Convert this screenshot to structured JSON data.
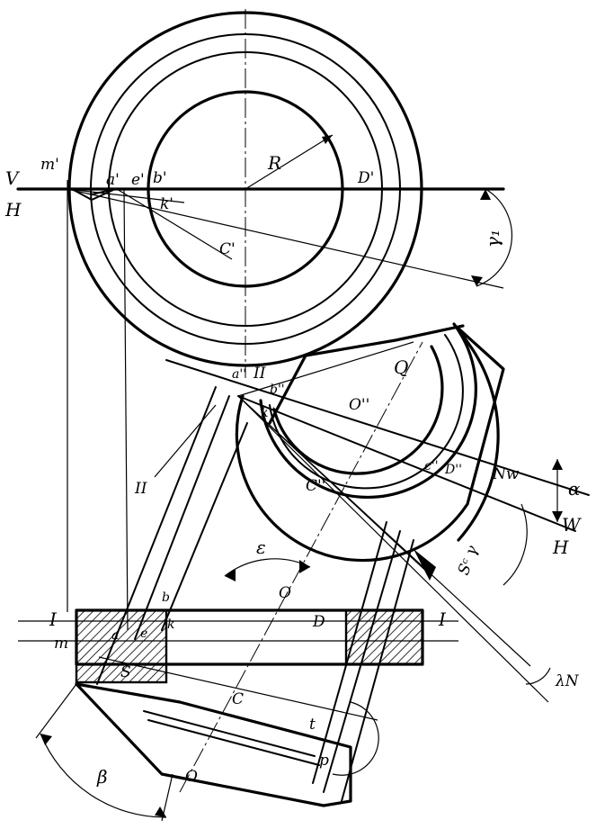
{
  "labels": {
    "m_prime": "m'",
    "V": "V",
    "H_top": "H",
    "a_prime": "a'",
    "e_prime": "e'",
    "b_prime": "b'",
    "k_prime": "k'",
    "R": "R",
    "D_prime": "D'",
    "C_prime": "C'",
    "gamma_l": "γ₁",
    "Q": "Q",
    "O_dprime": "O''",
    "a_dprime": "a''",
    "II_top": "II",
    "b_dprime": "b''",
    "k_dprime": "k''",
    "C_dprime": "C''",
    "II_left": "II",
    "c_dprime": "c''",
    "D_dprime": "D''",
    "Nw": "Nw",
    "alpha": "α",
    "W": "W",
    "H_right": "H",
    "S_gamma": "Sᶜ γ",
    "epsilon": "ε",
    "O_mid": "O",
    "I_left": "I",
    "m_left": "m",
    "b_low": "b",
    "k_low": "k",
    "e_low": "e",
    "a_low": "a",
    "D_low": "D",
    "I_right": "I",
    "S_low": "S",
    "C_low": "C",
    "t_low": "t",
    "p_low": "p",
    "beta": "β",
    "O_bottom": "O",
    "lambda_N": "λN"
  }
}
